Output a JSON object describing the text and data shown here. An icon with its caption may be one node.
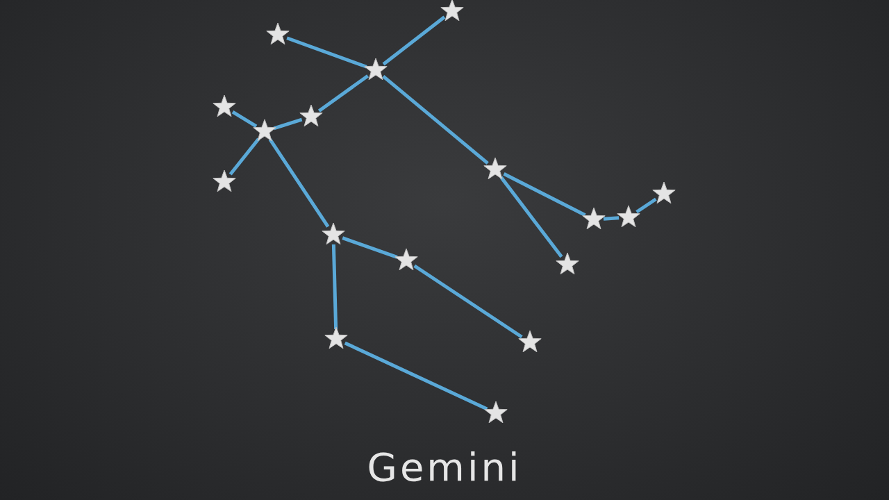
{
  "diagram": {
    "title": "Gemini",
    "nodes": [
      {
        "text": [],
        "shape": "star"
      },
      {
        "text": [],
        "shape": "star"
      },
      {
        "text": [],
        "shape": "star"
      },
      {
        "text": [],
        "shape": "star"
      },
      {
        "text": [],
        "shape": "star"
      },
      {
        "text": [],
        "shape": "star"
      },
      {
        "text": [],
        "shape": "star"
      },
      {
        "text": [],
        "shape": "star"
      },
      {
        "text": [],
        "shape": "star"
      },
      {
        "text": [],
        "shape": "star"
      },
      {
        "text": [],
        "shape": "star"
      },
      {
        "text": [],
        "shape": "star"
      },
      {
        "text": [],
        "shape": "star"
      },
      {
        "text": [],
        "shape": "star"
      },
      {
        "text": [],
        "shape": "star"
      },
      {
        "text": [],
        "shape": "star"
      },
      {
        "text": [],
        "shape": "star"
      }
    ],
    "edges": [
      {
        "from": 0,
        "to": 2,
        "arrow": "none"
      },
      {
        "from": 1,
        "to": 2,
        "arrow": "none"
      },
      {
        "from": 2,
        "to": 4,
        "arrow": "none"
      },
      {
        "from": 4,
        "to": 5,
        "arrow": "none"
      },
      {
        "from": 3,
        "to": 5,
        "arrow": "none"
      },
      {
        "from": 5,
        "to": 6,
        "arrow": "none"
      },
      {
        "from": 5,
        "to": 11,
        "arrow": "none"
      },
      {
        "from": 2,
        "to": 7,
        "arrow": "none"
      },
      {
        "from": 7,
        "to": 9,
        "arrow": "none"
      },
      {
        "from": 9,
        "to": 10,
        "arrow": "none"
      },
      {
        "from": 10,
        "to": 8,
        "arrow": "none"
      },
      {
        "from": 7,
        "to": 13,
        "arrow": "none"
      },
      {
        "from": 11,
        "to": 12,
        "arrow": "none"
      },
      {
        "from": 12,
        "to": 14,
        "arrow": "none"
      },
      {
        "from": 11,
        "to": 15,
        "arrow": "none"
      },
      {
        "from": 15,
        "to": 16,
        "arrow": "none"
      }
    ]
  }
}
